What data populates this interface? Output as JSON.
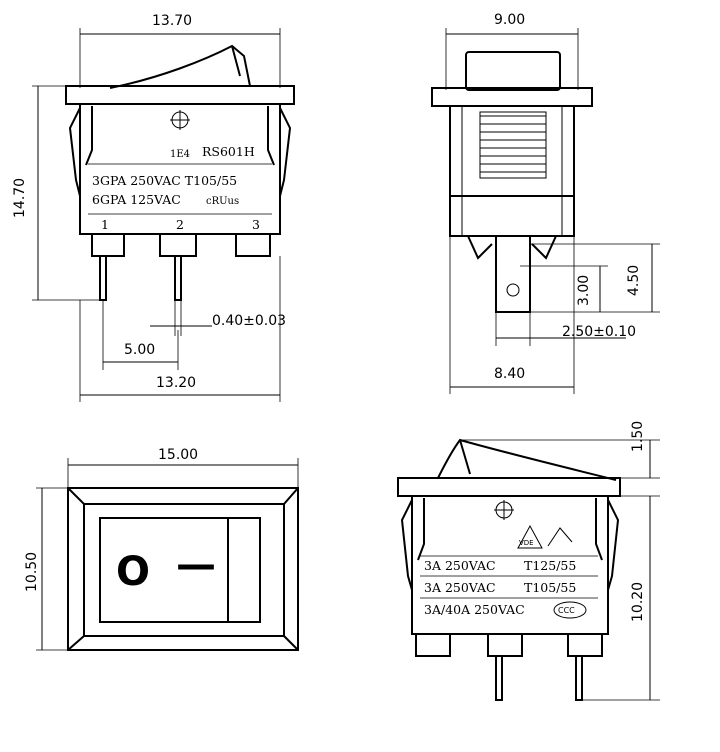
{
  "dimensions": {
    "front_width": "13.70",
    "front_height": "14.70",
    "pin_thickness": "0.40±0.03",
    "pin_pitch": "5.00",
    "pin_span": "13.20",
    "side_width": "9.00",
    "tab_length": "4.50",
    "tab_hole": "3.00",
    "tab_width": "2.50±0.10",
    "side_body_width": "8.40",
    "top_width": "15.00",
    "top_height": "10.50",
    "rocker_height": "1.50",
    "rear_height": "10.20"
  },
  "front_view": {
    "part_code": "1E4",
    "model": "RS601H",
    "rating_1": "3GPA 250VAC T105/55",
    "rating_2": "6GPA 125VAC",
    "pin_1": "1",
    "pin_2": "2",
    "pin_3": "3",
    "cert_mark": "cRUus"
  },
  "top_view": {
    "off_symbol": "O",
    "on_symbol": "—"
  },
  "rear_view": {
    "rating_1a": "3A 250VAC",
    "rating_1b": "T125/55",
    "rating_2a": "3A 250VAC",
    "rating_2b": "T105/55",
    "rating_3": "3A/40A 250VAC",
    "cert_marks": [
      "VDE",
      "CCC"
    ]
  }
}
